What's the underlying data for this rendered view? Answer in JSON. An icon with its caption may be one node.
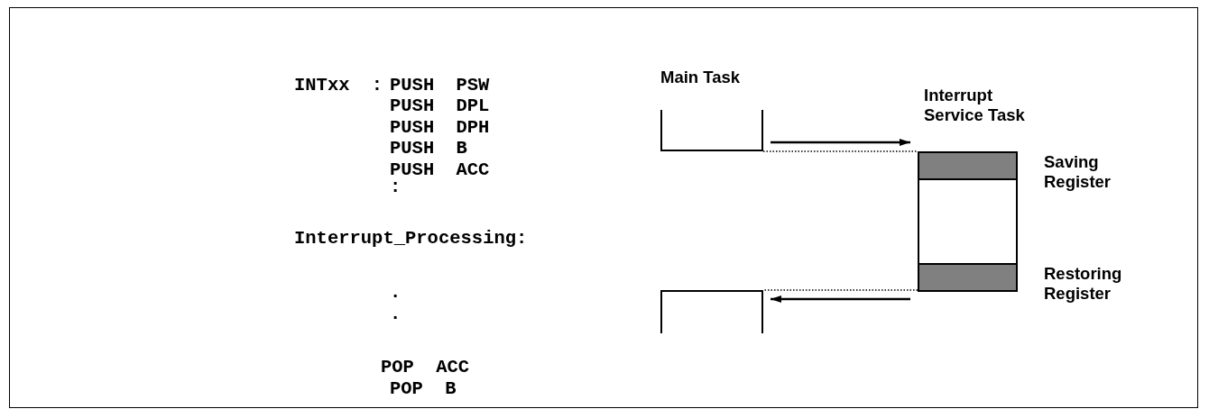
{
  "diagram": {
    "nodes": [
      {
        "text": [
          "Main Task"
        ]
      },
      {
        "text": [
          "Interrupt Service Task"
        ]
      },
      {
        "text": [],
        "shape": "bar",
        "in": 1,
        "beside": [
          "Saving Register"
        ]
      },
      {
        "text": [],
        "shape": "bar",
        "in": 1,
        "beside": [
          "Restoring Register"
        ]
      },
      {
        "text": [],
        "shape": "box"
      }
    ],
    "edges": [
      {
        "from": 0,
        "to": 1,
        "arrow": "to"
      },
      {
        "from": 0,
        "to": 2,
        "arrow": "none",
        "style": "dashed"
      },
      {
        "from": 3,
        "to": 4,
        "arrow": "none",
        "style": "dashed"
      },
      {
        "from": 1,
        "to": 4,
        "arrow": "to"
      }
    ],
    "labels": [
      "INTxx :",
      "PUSH PSW",
      "PUSH DPL",
      "PUSH DPH",
      "PUSH B",
      "PUSH ACC",
      ":",
      "Interrupt_Processing:",
      ".",
      ".",
      "POP ACC",
      "POP B"
    ]
  }
}
